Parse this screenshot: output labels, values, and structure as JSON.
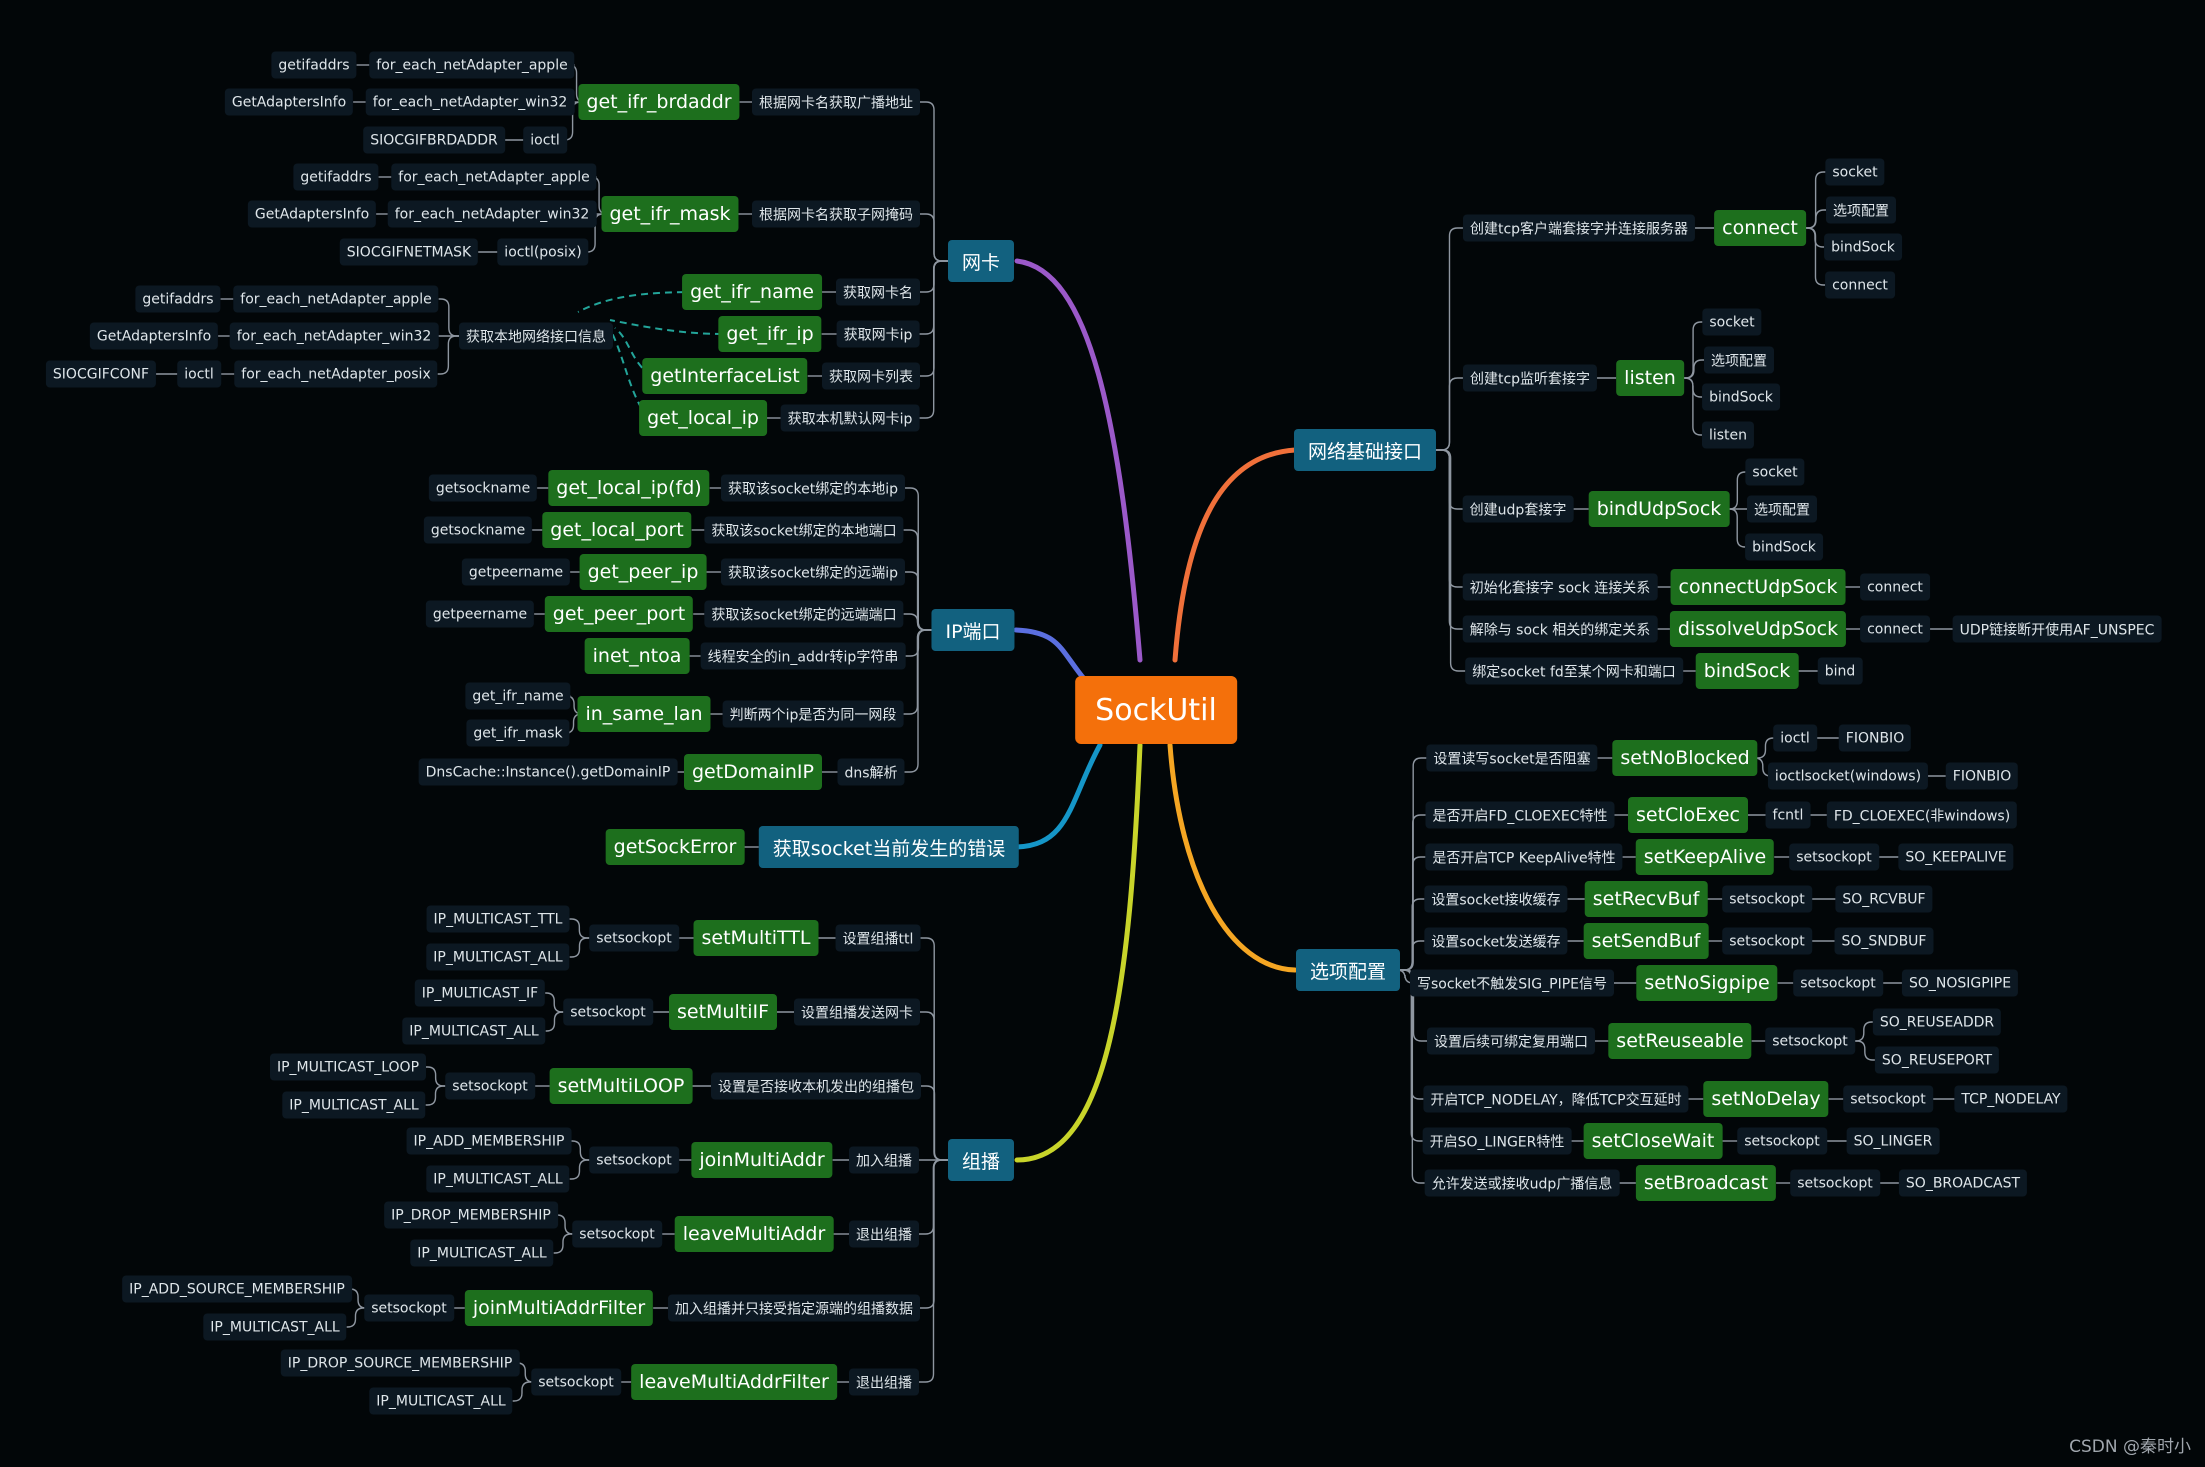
{
  "root": "SockUtil",
  "branches": {
    "wangka": "网卡",
    "ip": "IP端口",
    "sockerror": "获取socket当前发生的错误",
    "multicast": "组播",
    "basic": "网络基础接口",
    "option": "选项配置"
  },
  "nodes": {
    "brd": {
      "name": "get_ifr_brdaddr",
      "desc": "根据网卡名获取广播地址",
      "l1": "getifaddrs",
      "l1b": "for_each_netAdapter_apple",
      "l2": "GetAdaptersInfo",
      "l2b": "for_each_netAdapter_win32",
      "l3": "SIOCGIFBRDADDR",
      "l3b": "ioctl"
    },
    "mask": {
      "name": "get_ifr_mask",
      "desc": "根据网卡名获取子网掩码",
      "l1": "getifaddrs",
      "l1b": "for_each_netAdapter_apple",
      "l2": "GetAdaptersInfo",
      "l2b": "for_each_netAdapter_win32",
      "l3": "SIOCGIFNETMASK",
      "l3b": "ioctl(posix)"
    },
    "ifname": {
      "name": "get_ifr_name",
      "desc": "获取网卡名"
    },
    "ifip": {
      "name": "get_ifr_ip",
      "desc": "获取网卡ip"
    },
    "iflist": {
      "name": "getInterfaceList",
      "desc": "获取网卡列表"
    },
    "localip": {
      "name": "get_local_ip",
      "desc": "获取本机默认网卡ip"
    },
    "iface": {
      "desc": "获取本地网络接口信息",
      "l1": "getifaddrs",
      "l1b": "for_each_netAdapter_apple",
      "l2": "GetAdaptersInfo",
      "l2b": "for_each_netAdapter_win32",
      "l3": "SIOCGIFCONF",
      "l3b": "ioctl",
      "l3c": "for_each_netAdapter_posix"
    },
    "lip": {
      "name": "get_local_ip(fd)",
      "desc": "获取该socket绑定的本地ip",
      "leaf": "getsockname"
    },
    "lport": {
      "name": "get_local_port",
      "desc": "获取该socket绑定的本地端口",
      "leaf": "getsockname"
    },
    "pip": {
      "name": "get_peer_ip",
      "desc": "获取该socket绑定的远端ip",
      "leaf": "getpeername"
    },
    "pport": {
      "name": "get_peer_port",
      "desc": "获取该socket绑定的远端端口",
      "leaf": "getpeername"
    },
    "ntoa": {
      "name": "inet_ntoa",
      "desc": "线程安全的in_addr转ip字符串"
    },
    "lan": {
      "name": "in_same_lan",
      "desc": "判断两个ip是否为同一网段",
      "l1": "get_ifr_name",
      "l2": "get_ifr_mask"
    },
    "dom": {
      "name": "getDomainIP",
      "desc": "dns解析",
      "leaf": "DnsCache::Instance().getDomainIP"
    },
    "err": {
      "name": "getSockError"
    },
    "ttl": {
      "name": "setMultiTTL",
      "desc": "设置组播ttl",
      "via": "setsockopt",
      "l1": "IP_MULTICAST_TTL",
      "l2": "IP_MULTICAST_ALL"
    },
    "mif": {
      "name": "setMultiIF",
      "desc": "设置组播发送网卡",
      "via": "setsockopt",
      "l1": "IP_MULTICAST_IF",
      "l2": "IP_MULTICAST_ALL"
    },
    "loop": {
      "name": "setMultiLOOP",
      "desc": "设置是否接收本机发出的组播包",
      "via": "setsockopt",
      "l1": "IP_MULTICAST_LOOP",
      "l2": "IP_MULTICAST_ALL"
    },
    "join": {
      "name": "joinMultiAddr",
      "desc": "加入组播",
      "via": "setsockopt",
      "l1": "IP_ADD_MEMBERSHIP",
      "l2": "IP_MULTICAST_ALL"
    },
    "leave": {
      "name": "leaveMultiAddr",
      "desc": "退出组播",
      "via": "setsockopt",
      "l1": "IP_DROP_MEMBERSHIP",
      "l2": "IP_MULTICAST_ALL"
    },
    "joinf": {
      "name": "joinMultiAddrFilter",
      "desc": "加入组播并只接受指定源端的组播数据",
      "via": "setsockopt",
      "l1": "IP_ADD_SOURCE_MEMBERSHIP",
      "l2": "IP_MULTICAST_ALL"
    },
    "leavef": {
      "name": "leaveMultiAddrFilter",
      "desc": "退出组播",
      "via": "setsockopt",
      "l1": "IP_DROP_SOURCE_MEMBERSHIP",
      "l2": "IP_MULTICAST_ALL"
    },
    "conn": {
      "name": "connect",
      "desc": "创建tcp客户端套接字并连接服务器",
      "l1": "socket",
      "l2": "选项配置",
      "l3": "bindSock",
      "l4": "connect"
    },
    "listen": {
      "name": "listen",
      "desc": "创建tcp监听套接字",
      "l1": "socket",
      "l2": "选项配置",
      "l3": "bindSock",
      "l4": "listen"
    },
    "udp": {
      "name": "bindUdpSock",
      "desc": "创建udp套接字",
      "l1": "socket",
      "l2": "选项配置",
      "l3": "bindSock"
    },
    "cudp": {
      "name": "connectUdpSock",
      "desc": "初始化套接字 sock 连接关系",
      "l1": "connect"
    },
    "dudp": {
      "name": "dissolveUdpSock",
      "desc": "解除与 sock 相关的绑定关系",
      "l1": "connect",
      "l2": "UDP链接断开使用AF_UNSPEC"
    },
    "bind": {
      "name": "bindSock",
      "desc": "绑定socket fd至某个网卡和端口",
      "l1": "bind"
    },
    "nb": {
      "name": "setNoBlocked",
      "desc": "设置读写socket是否阻塞",
      "l1": "ioctl",
      "l1b": "FIONBIO",
      "l2": "ioctlsocket(windows)",
      "l2b": "FIONBIO"
    },
    "cloexec": {
      "name": "setCloExec",
      "desc": "是否开启FD_CLOEXEC特性",
      "via": "fcntl",
      "leaf": "FD_CLOEXEC(非windows)"
    },
    "ka": {
      "name": "setKeepAlive",
      "desc": "是否开启TCP KeepAlive特性",
      "via": "setsockopt",
      "leaf": "SO_KEEPALIVE"
    },
    "rbuf": {
      "name": "setRecvBuf",
      "desc": "设置socket接收缓存",
      "via": "setsockopt",
      "leaf": "SO_RCVBUF"
    },
    "sbuf": {
      "name": "setSendBuf",
      "desc": "设置socket发送缓存",
      "via": "setsockopt",
      "leaf": "SO_SNDBUF"
    },
    "sigpipe": {
      "name": "setNoSigpipe",
      "desc": "写socket不触发SIG_PIPE信号",
      "via": "setsockopt",
      "leaf": "SO_NOSIGPIPE"
    },
    "reuse": {
      "name": "setReuseable",
      "desc": "设置后续可绑定复用端口",
      "via": "setsockopt",
      "l1": "SO_REUSEADDR",
      "l2": "SO_REUSEPORT"
    },
    "nodelay": {
      "name": "setNoDelay",
      "desc": "开启TCP_NODELAY，降低TCP交互延时",
      "via": "setsockopt",
      "leaf": "TCP_NODELAY"
    },
    "linger": {
      "name": "setCloseWait",
      "desc": "开启SO_LINGER特性",
      "via": "setsockopt",
      "leaf": "SO_LINGER"
    },
    "bcast": {
      "name": "setBroadcast",
      "desc": "允许发送或接收udp广播信息",
      "via": "setsockopt",
      "leaf": "SO_BROADCAST"
    }
  },
  "colors": {
    "background": "#020608",
    "root": "#f4700b",
    "category": "#12617f",
    "function": "#1d6f1d",
    "leaf": "#0c1822",
    "branch_wangka": "#9b59c9",
    "branch_ip": "#5b6fe0",
    "branch_error": "#1596c8",
    "branch_multicast": "#c8d42a",
    "branch_basic": "#f0703a",
    "branch_option": "#f5a623",
    "dashed_link": "#23a59a"
  },
  "watermark": "CSDN @秦时小"
}
